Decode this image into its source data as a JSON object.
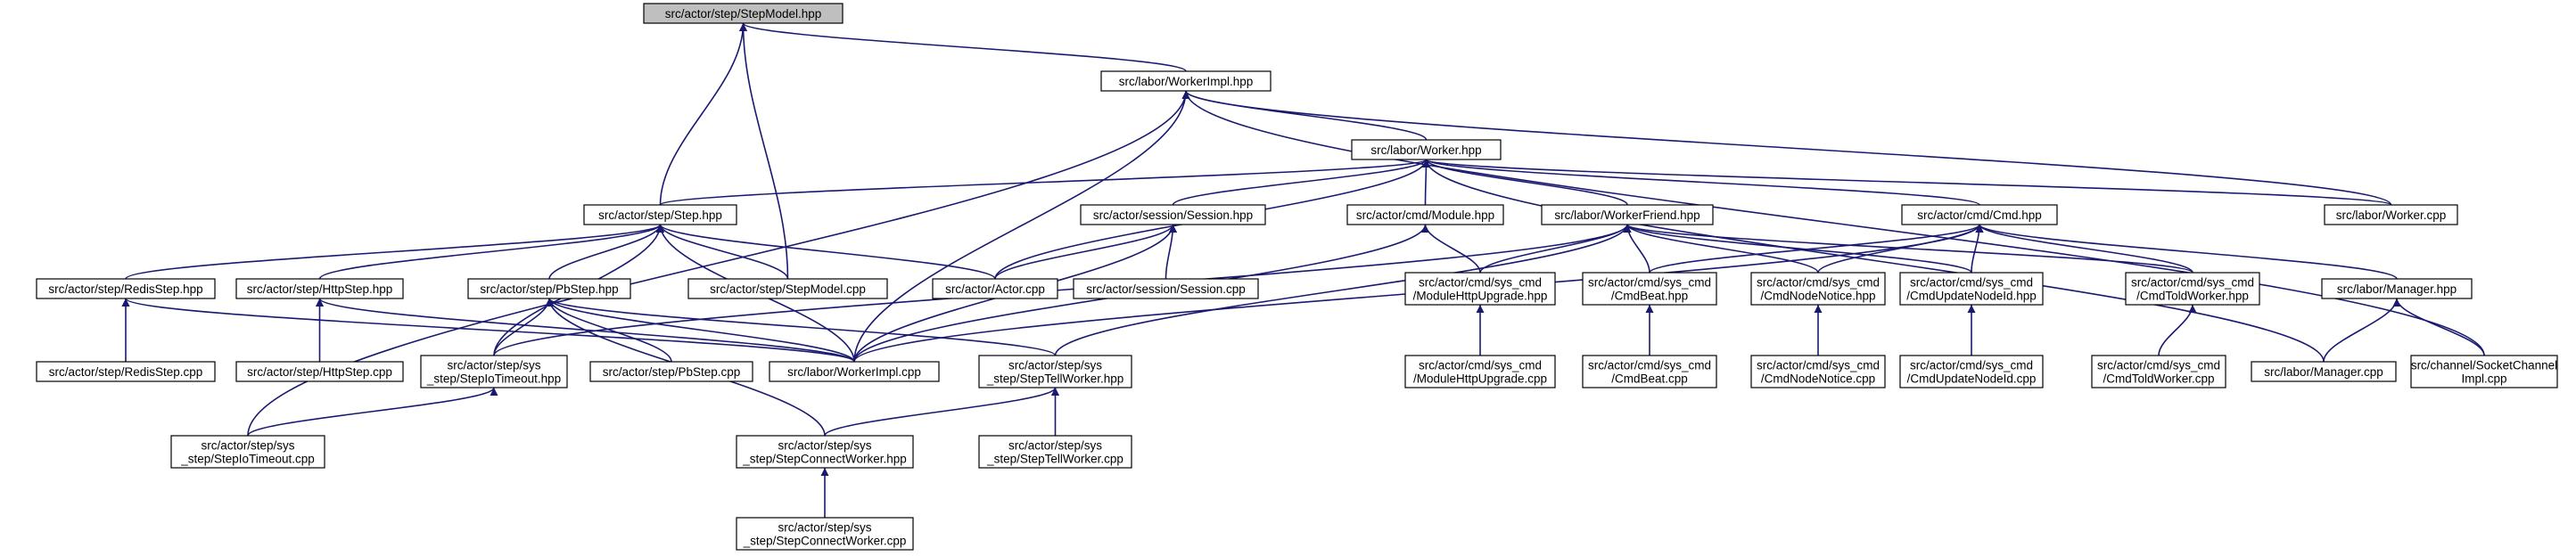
{
  "nodes": [
    {
      "id": "stepmodel_hpp",
      "lines": [
        "src/actor/step/StepModel.hpp"
      ],
      "root": true
    },
    {
      "id": "workerimpl_hpp",
      "lines": [
        "src/labor/WorkerImpl.hpp"
      ]
    },
    {
      "id": "worker_hpp",
      "lines": [
        "src/labor/Worker.hpp"
      ]
    },
    {
      "id": "step_hpp",
      "lines": [
        "src/actor/step/Step.hpp"
      ]
    },
    {
      "id": "session_hpp",
      "lines": [
        "src/actor/session/Session.hpp"
      ]
    },
    {
      "id": "module_hpp",
      "lines": [
        "src/actor/cmd/Module.hpp"
      ]
    },
    {
      "id": "workerfriend_hpp",
      "lines": [
        "src/labor/WorkerFriend.hpp"
      ]
    },
    {
      "id": "cmd_hpp",
      "lines": [
        "src/actor/cmd/Cmd.hpp"
      ]
    },
    {
      "id": "worker_cpp",
      "lines": [
        "src/labor/Worker.cpp"
      ]
    },
    {
      "id": "redisstep_hpp",
      "lines": [
        "src/actor/step/RedisStep.hpp"
      ]
    },
    {
      "id": "httpstep_hpp",
      "lines": [
        "src/actor/step/HttpStep.hpp"
      ]
    },
    {
      "id": "pbstep_hpp",
      "lines": [
        "src/actor/step/PbStep.hpp"
      ]
    },
    {
      "id": "stepmodel_cpp",
      "lines": [
        "src/actor/step/StepModel.cpp"
      ]
    },
    {
      "id": "actor_cpp",
      "lines": [
        "src/actor/Actor.cpp"
      ]
    },
    {
      "id": "session_cpp",
      "lines": [
        "src/actor/session/Session.cpp"
      ]
    },
    {
      "id": "modulehttpupgrade_hpp",
      "lines": [
        "src/actor/cmd/sys_cmd",
        "/ModuleHttpUpgrade.hpp"
      ]
    },
    {
      "id": "cmdbeat_hpp",
      "lines": [
        "src/actor/cmd/sys_cmd",
        "/CmdBeat.hpp"
      ]
    },
    {
      "id": "cmdnodenotice_hpp",
      "lines": [
        "src/actor/cmd/sys_cmd",
        "/CmdNodeNotice.hpp"
      ]
    },
    {
      "id": "cmdupdatenodeid_hpp",
      "lines": [
        "src/actor/cmd/sys_cmd",
        "/CmdUpdateNodeId.hpp"
      ]
    },
    {
      "id": "cmdtoldworker_hpp",
      "lines": [
        "src/actor/cmd/sys_cmd",
        "/CmdToldWorker.hpp"
      ]
    },
    {
      "id": "manager_hpp",
      "lines": [
        "src/labor/Manager.hpp"
      ]
    },
    {
      "id": "redisstep_cpp",
      "lines": [
        "src/actor/step/RedisStep.cpp"
      ]
    },
    {
      "id": "httpstep_cpp",
      "lines": [
        "src/actor/step/HttpStep.cpp"
      ]
    },
    {
      "id": "stepiotimeout_hpp",
      "lines": [
        "src/actor/step/sys",
        "_step/StepIoTimeout.hpp"
      ]
    },
    {
      "id": "pbstep_cpp",
      "lines": [
        "src/actor/step/PbStep.cpp"
      ]
    },
    {
      "id": "workerimpl_cpp",
      "lines": [
        "src/labor/WorkerImpl.cpp"
      ]
    },
    {
      "id": "steptellworker_hpp",
      "lines": [
        "src/actor/step/sys",
        "_step/StepTellWorker.hpp"
      ]
    },
    {
      "id": "modulehttpupgrade_cpp",
      "lines": [
        "src/actor/cmd/sys_cmd",
        "/ModuleHttpUpgrade.cpp"
      ]
    },
    {
      "id": "cmdbeat_cpp",
      "lines": [
        "src/actor/cmd/sys_cmd",
        "/CmdBeat.cpp"
      ]
    },
    {
      "id": "cmdnodenotice_cpp",
      "lines": [
        "src/actor/cmd/sys_cmd",
        "/CmdNodeNotice.cpp"
      ]
    },
    {
      "id": "cmdupdatenodeid_cpp",
      "lines": [
        "src/actor/cmd/sys_cmd",
        "/CmdUpdateNodeId.cpp"
      ]
    },
    {
      "id": "cmdtoldworker_cpp",
      "lines": [
        "src/actor/cmd/sys_cmd",
        "/CmdToldWorker.cpp"
      ]
    },
    {
      "id": "manager_cpp",
      "lines": [
        "src/labor/Manager.cpp"
      ]
    },
    {
      "id": "socketchannelimpl_cpp",
      "lines": [
        "src/channel/SocketChannel",
        "Impl.cpp"
      ]
    },
    {
      "id": "stepiotimeout_cpp",
      "lines": [
        "src/actor/step/sys",
        "_step/StepIoTimeout.cpp"
      ]
    },
    {
      "id": "stepconnectworker_hpp",
      "lines": [
        "src/actor/step/sys",
        "_step/StepConnectWorker.hpp"
      ]
    },
    {
      "id": "steptellworker_cpp",
      "lines": [
        "src/actor/step/sys",
        "_step/StepTellWorker.cpp"
      ]
    },
    {
      "id": "stepconnectworker_cpp",
      "lines": [
        "src/actor/step/sys",
        "_step/StepConnectWorker.cpp"
      ]
    }
  ],
  "edges": [
    [
      "workerimpl_hpp",
      "stepmodel_hpp"
    ],
    [
      "step_hpp",
      "stepmodel_hpp"
    ],
    [
      "stepmodel_cpp",
      "stepmodel_hpp"
    ],
    [
      "worker_hpp",
      "workerimpl_hpp"
    ],
    [
      "worker_cpp",
      "workerimpl_hpp"
    ],
    [
      "workerimpl_cpp",
      "workerimpl_hpp"
    ],
    [
      "socketchannelimpl_cpp",
      "workerimpl_hpp"
    ],
    [
      "stepiotimeout_cpp",
      "workerimpl_hpp"
    ],
    [
      "step_hpp",
      "worker_hpp"
    ],
    [
      "session_hpp",
      "worker_hpp"
    ],
    [
      "module_hpp",
      "worker_hpp"
    ],
    [
      "workerfriend_hpp",
      "worker_hpp"
    ],
    [
      "cmd_hpp",
      "worker_hpp"
    ],
    [
      "worker_cpp",
      "worker_hpp"
    ],
    [
      "actor_cpp",
      "worker_hpp"
    ],
    [
      "manager_cpp",
      "worker_hpp"
    ],
    [
      "redisstep_hpp",
      "step_hpp"
    ],
    [
      "httpstep_hpp",
      "step_hpp"
    ],
    [
      "pbstep_hpp",
      "step_hpp"
    ],
    [
      "stepmodel_cpp",
      "step_hpp"
    ],
    [
      "actor_cpp",
      "step_hpp"
    ],
    [
      "workerimpl_cpp",
      "step_hpp"
    ],
    [
      "stepiotimeout_hpp",
      "step_hpp"
    ],
    [
      "actor_cpp",
      "session_hpp"
    ],
    [
      "session_cpp",
      "session_hpp"
    ],
    [
      "workerimpl_cpp",
      "session_hpp"
    ],
    [
      "modulehttpupgrade_hpp",
      "module_hpp"
    ],
    [
      "workerimpl_cpp",
      "module_hpp"
    ],
    [
      "modulehttpupgrade_hpp",
      "workerfriend_hpp"
    ],
    [
      "cmdbeat_hpp",
      "workerfriend_hpp"
    ],
    [
      "cmdnodenotice_hpp",
      "workerfriend_hpp"
    ],
    [
      "cmdupdatenodeid_hpp",
      "workerfriend_hpp"
    ],
    [
      "cmdtoldworker_hpp",
      "workerfriend_hpp"
    ],
    [
      "steptellworker_hpp",
      "workerfriend_hpp"
    ],
    [
      "stepiotimeout_hpp",
      "workerfriend_hpp"
    ],
    [
      "cmdbeat_hpp",
      "cmd_hpp"
    ],
    [
      "cmdnodenotice_hpp",
      "cmd_hpp"
    ],
    [
      "cmdupdatenodeid_hpp",
      "cmd_hpp"
    ],
    [
      "cmdtoldworker_hpp",
      "cmd_hpp"
    ],
    [
      "manager_hpp",
      "cmd_hpp"
    ],
    [
      "workerimpl_cpp",
      "cmd_hpp"
    ],
    [
      "redisstep_cpp",
      "redisstep_hpp"
    ],
    [
      "workerimpl_cpp",
      "redisstep_hpp"
    ],
    [
      "httpstep_cpp",
      "httpstep_hpp"
    ],
    [
      "workerimpl_cpp",
      "httpstep_hpp"
    ],
    [
      "stepiotimeout_hpp",
      "pbstep_hpp"
    ],
    [
      "pbstep_cpp",
      "pbstep_hpp"
    ],
    [
      "workerimpl_cpp",
      "pbstep_hpp"
    ],
    [
      "steptellworker_hpp",
      "pbstep_hpp"
    ],
    [
      "stepconnectworker_hpp",
      "pbstep_hpp"
    ],
    [
      "modulehttpupgrade_cpp",
      "modulehttpupgrade_hpp"
    ],
    [
      "cmdbeat_cpp",
      "cmdbeat_hpp"
    ],
    [
      "cmdnodenotice_cpp",
      "cmdnodenotice_hpp"
    ],
    [
      "cmdupdatenodeid_cpp",
      "cmdupdatenodeid_hpp"
    ],
    [
      "cmdtoldworker_cpp",
      "cmdtoldworker_hpp"
    ],
    [
      "manager_cpp",
      "manager_hpp"
    ],
    [
      "socketchannelimpl_cpp",
      "manager_hpp"
    ],
    [
      "stepiotimeout_cpp",
      "stepiotimeout_hpp"
    ],
    [
      "stepconnectworker_hpp",
      "steptellworker_hpp"
    ],
    [
      "steptellworker_cpp",
      "steptellworker_hpp"
    ],
    [
      "stepconnectworker_cpp",
      "stepconnectworker_hpp"
    ]
  ]
}
